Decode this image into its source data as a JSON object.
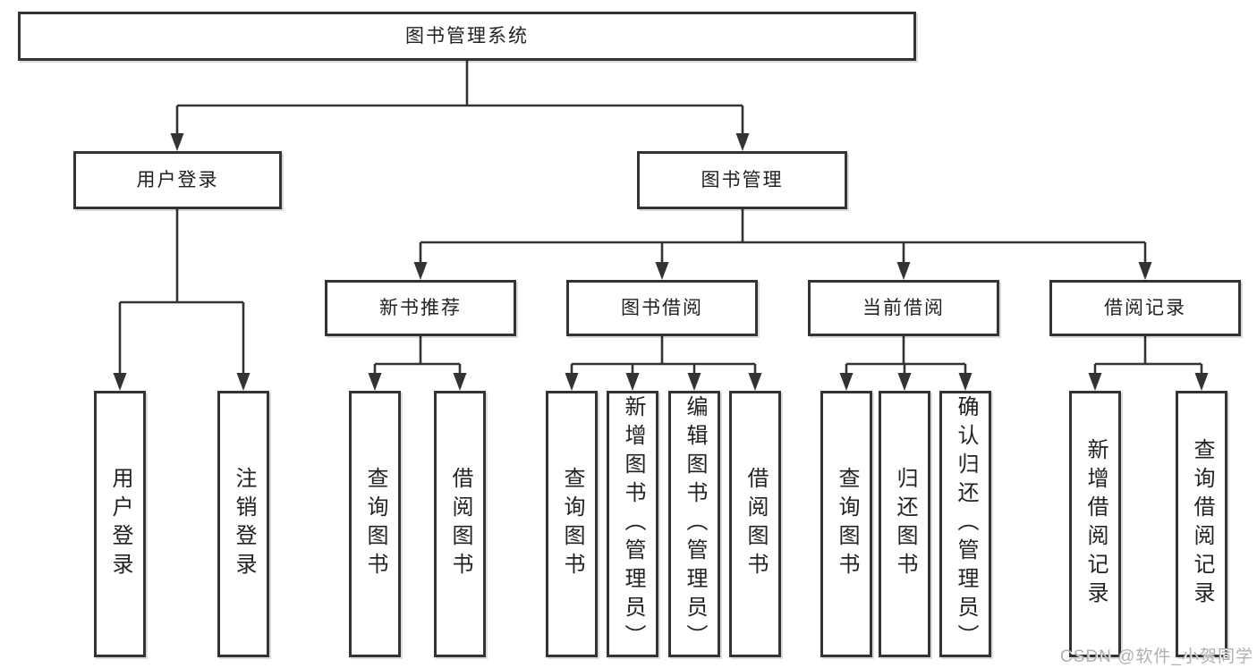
{
  "tree": {
    "root": "图书管理系统",
    "children": [
      {
        "label": "用户登录",
        "children": [
          "用户登录",
          "注销登录"
        ]
      },
      {
        "label": "图书管理",
        "children": [
          {
            "label": "新书推荐",
            "children": [
              "查询图书",
              "借阅图书"
            ]
          },
          {
            "label": "图书借阅",
            "children": [
              "查询图书",
              "新增图书（管理员）",
              "编辑图书（管理员）",
              "借阅图书"
            ]
          },
          {
            "label": "当前借阅",
            "children": [
              "查询图书",
              "归还图书",
              "确认归还（管理员）"
            ]
          },
          {
            "label": "借阅记录",
            "children": [
              "新增借阅记录",
              "查询借阅记录"
            ]
          }
        ]
      }
    ]
  },
  "watermark": {
    "text": "CSDN @软件_小贺同学"
  },
  "colors": {
    "line": "#333333",
    "box_border": "#333333",
    "box_fill": "#ffffff",
    "text": "#222222",
    "watermark": "#b0b0b0"
  }
}
